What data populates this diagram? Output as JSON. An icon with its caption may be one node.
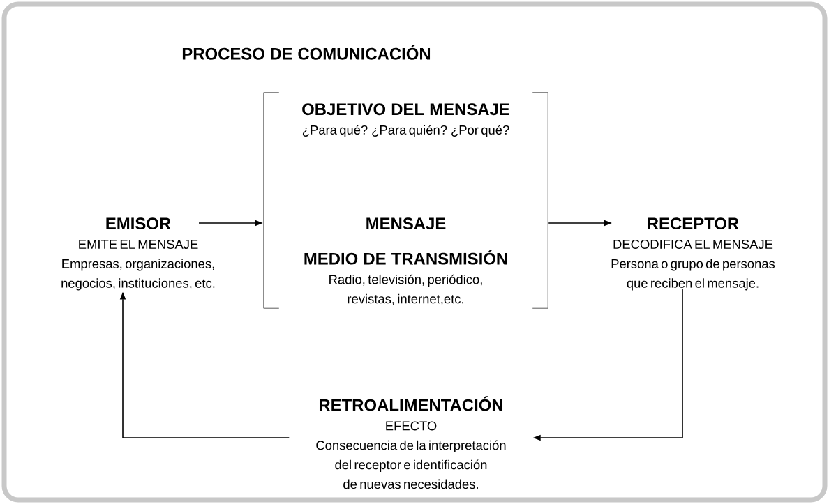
{
  "diagram": {
    "title": "PROCESO DE COMUNICACIÓN",
    "nodes": [
      {
        "text": [
          "EMISOR",
          "EMITE EL MENSAJE",
          "Empresas, organizaciones, negocios, instituciones, etc."
        ]
      },
      {
        "text": [],
        "shape": "bracket"
      },
      {
        "text": [
          "OBJETIVO DEL MENSAJE",
          "¿Para qué? ¿Para quién? ¿Por qué?"
        ],
        "in": 1
      },
      {
        "text": [
          "MENSAJE"
        ],
        "in": 1
      },
      {
        "text": [
          "MEDIO DE TRANSMISIÓN",
          "Radio, televisión, periódico, revistas, internet,etc."
        ],
        "in": 1
      },
      {
        "text": [
          "RECEPTOR",
          "DECODIFICA EL MENSAJE",
          "Persona o grupo de personas que reciben el mensaje."
        ]
      },
      {
        "text": [
          "RETROALIMENTACIÓN",
          "EFECTO",
          "Consecuencia de la interpretación del receptor e identificación de nuevas necesidades."
        ]
      }
    ],
    "edges": [
      {
        "from": 0,
        "to": 1,
        "arrow": "to"
      },
      {
        "from": 1,
        "to": 5,
        "arrow": "to"
      },
      {
        "from": 5,
        "to": 6,
        "arrow": "to"
      },
      {
        "from": 6,
        "to": 0,
        "arrow": "to"
      }
    ]
  }
}
